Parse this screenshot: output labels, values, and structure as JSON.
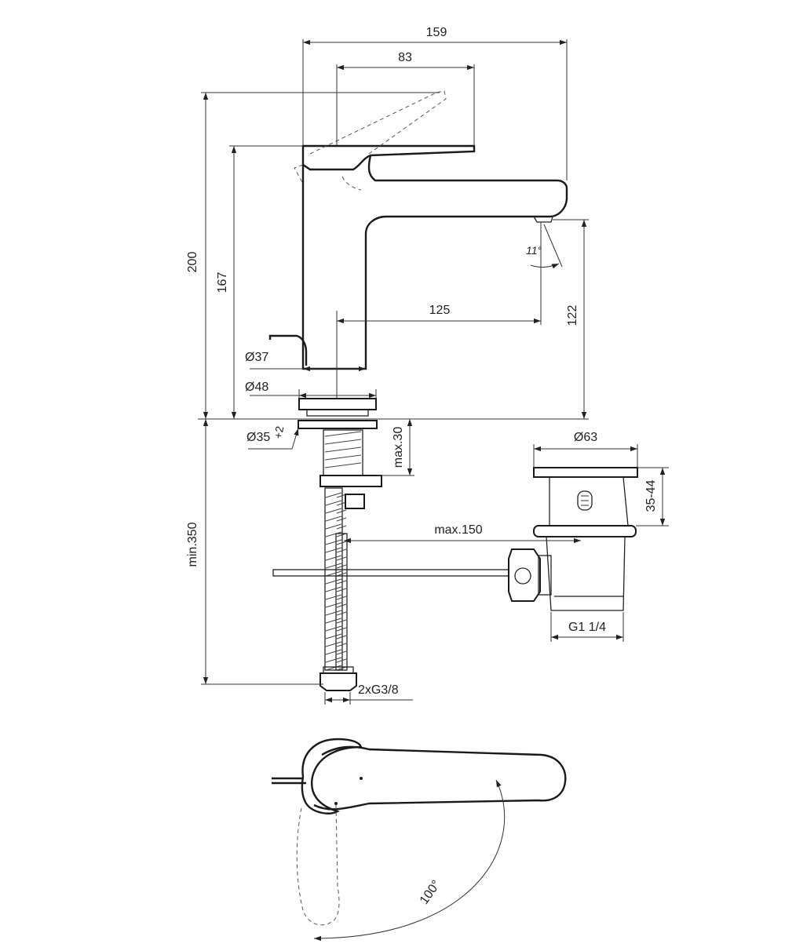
{
  "dimensions": {
    "overall_width": "159",
    "lever_length": "83",
    "total_height": "200",
    "spout_top_height": "167",
    "spout_reach": "125",
    "spout_outlet_height": "122",
    "body_diameter": "Ø37",
    "base_diameter": "Ø48",
    "hole_diameter": "Ø35",
    "hole_tolerance": "+2",
    "max_deck_thickness": "max.30",
    "min_hose_length": "min.350",
    "waste_connection_length": "max.150",
    "waste_cap_diameter": "Ø63",
    "waste_plug_range": "35-44",
    "waste_thread": "G1 1/4",
    "supply_threads": "2xG3/8",
    "aerator_angle": "11°",
    "lever_rotation": "100°"
  },
  "colors": {
    "line": "#1a1a1a",
    "background": "#ffffff"
  }
}
